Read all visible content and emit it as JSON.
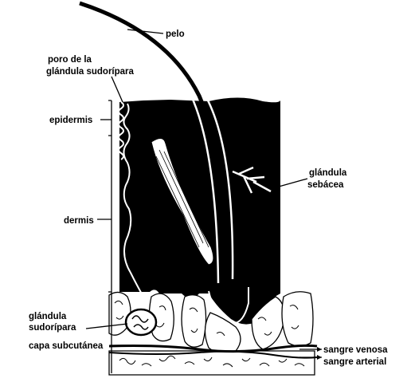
{
  "labels": {
    "hair": "pelo",
    "sweat_pore_line1": "poro de la",
    "sweat_pore_line2": "glándula sudorípara",
    "epidermis": "epidermis",
    "dermis": "dermis",
    "sebaceous_line1": "glándula",
    "sebaceous_line2": "sebácea",
    "sweat_gland_line1": "glándula",
    "sweat_gland_line2": "sudorípara",
    "subcutaneous": "capa subcutánea",
    "venous_blood": "sangre venosa",
    "arterial_blood": "sangre arterial"
  },
  "colors": {
    "ink": "#000000",
    "paper": "#ffffff"
  }
}
